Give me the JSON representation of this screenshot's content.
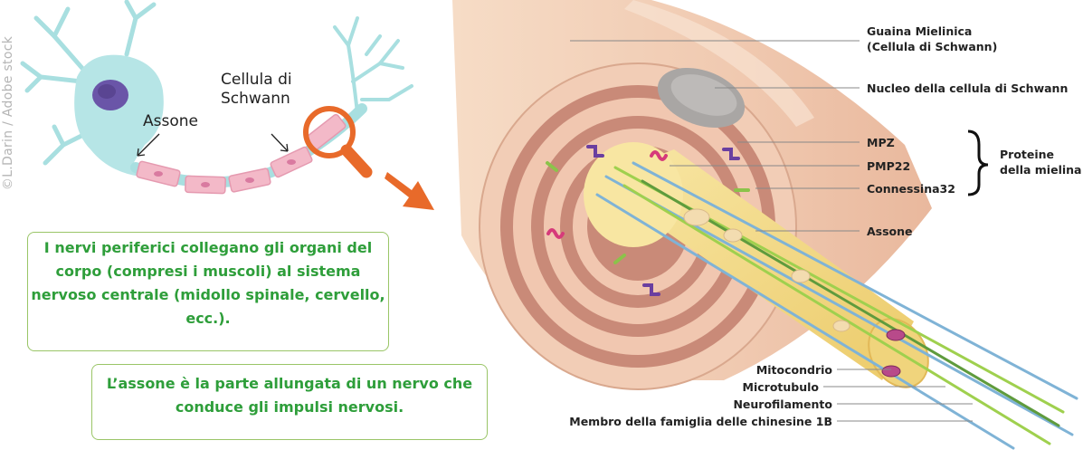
{
  "credit": "©L.Darin / Adobe stock",
  "neuron_labels": {
    "schwann_line1": "Cellula di",
    "schwann_line2": "Schwann",
    "axon": "Assone"
  },
  "info_boxes": {
    "peripheral_nerves": "I nervi periferici collegano gli organi del corpo (compresi i muscoli) al sistema nervoso centrale (midollo spinale, cervello, ecc.).",
    "axon_definition": "L’assone è la parte allungata di un nervo che conduce gli impulsi nervosi."
  },
  "cross_section_labels": {
    "myelin_sheath_line1": "Guaina Mielinica",
    "myelin_sheath_line2": "(Cellula di Schwann)",
    "schwann_nucleus": "Nucleo della cellula di Schwann",
    "mpz": "MPZ",
    "pmp22": "PMP22",
    "connexin32": "Connessina32",
    "myelin_proteins_line1": "Proteine",
    "myelin_proteins_line2": "della mielina",
    "axon": "Assone",
    "mitochondrion": "Mitocondrio",
    "microtubule": "Microtubulo",
    "neurofilament": "Neurofilamento",
    "kinesin": "Membro della famiglia delle chinesine 1B"
  },
  "colors": {
    "box_border": "#9ac567",
    "box_text": "#2e9e3a",
    "magnifier": "#e86a2a",
    "myelin_outer": "#f2cdb6",
    "myelin_inner": "#c98a78",
    "axon_core": "#f4de8a"
  }
}
